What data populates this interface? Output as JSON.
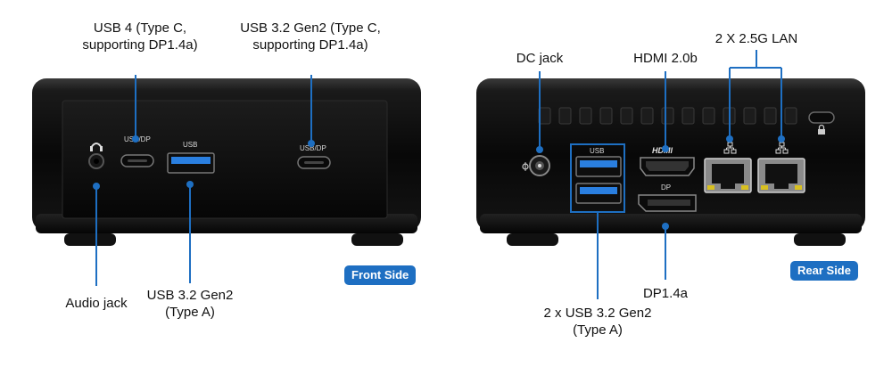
{
  "front": {
    "badge": "Front Side",
    "labels": {
      "usb4_line1": "USB 4 (Type C,",
      "usb4_line2": "supporting DP1.4a)",
      "usb32c_line1": "USB 3.2 Gen2 (Type C,",
      "usb32c_line2": "supporting DP1.4a)",
      "audio": "Audio jack",
      "usb32a_line1": "USB 3.2 Gen2",
      "usb32a_line2": "(Type A)"
    },
    "port_marks": {
      "usbdp_left": "USB/DP",
      "usb": "USB",
      "usbdp_right": "USB/DP"
    }
  },
  "rear": {
    "badge": "Rear Side",
    "labels": {
      "dc": "DC jack",
      "hdmi": "HDMI 2.0b",
      "lan": "2 X 2.5G LAN",
      "dp": "DP1.4a",
      "usb_line1": "2 x USB 3.2 Gen2",
      "usb_line2": "(Type A)"
    },
    "port_marks": {
      "usb": "USB",
      "hdmi": "HDMI",
      "dp": "DP"
    }
  },
  "colors": {
    "accent": "#1e6fc2",
    "device": "#0b0b0b",
    "usb_blue": "#2a7fe0"
  }
}
